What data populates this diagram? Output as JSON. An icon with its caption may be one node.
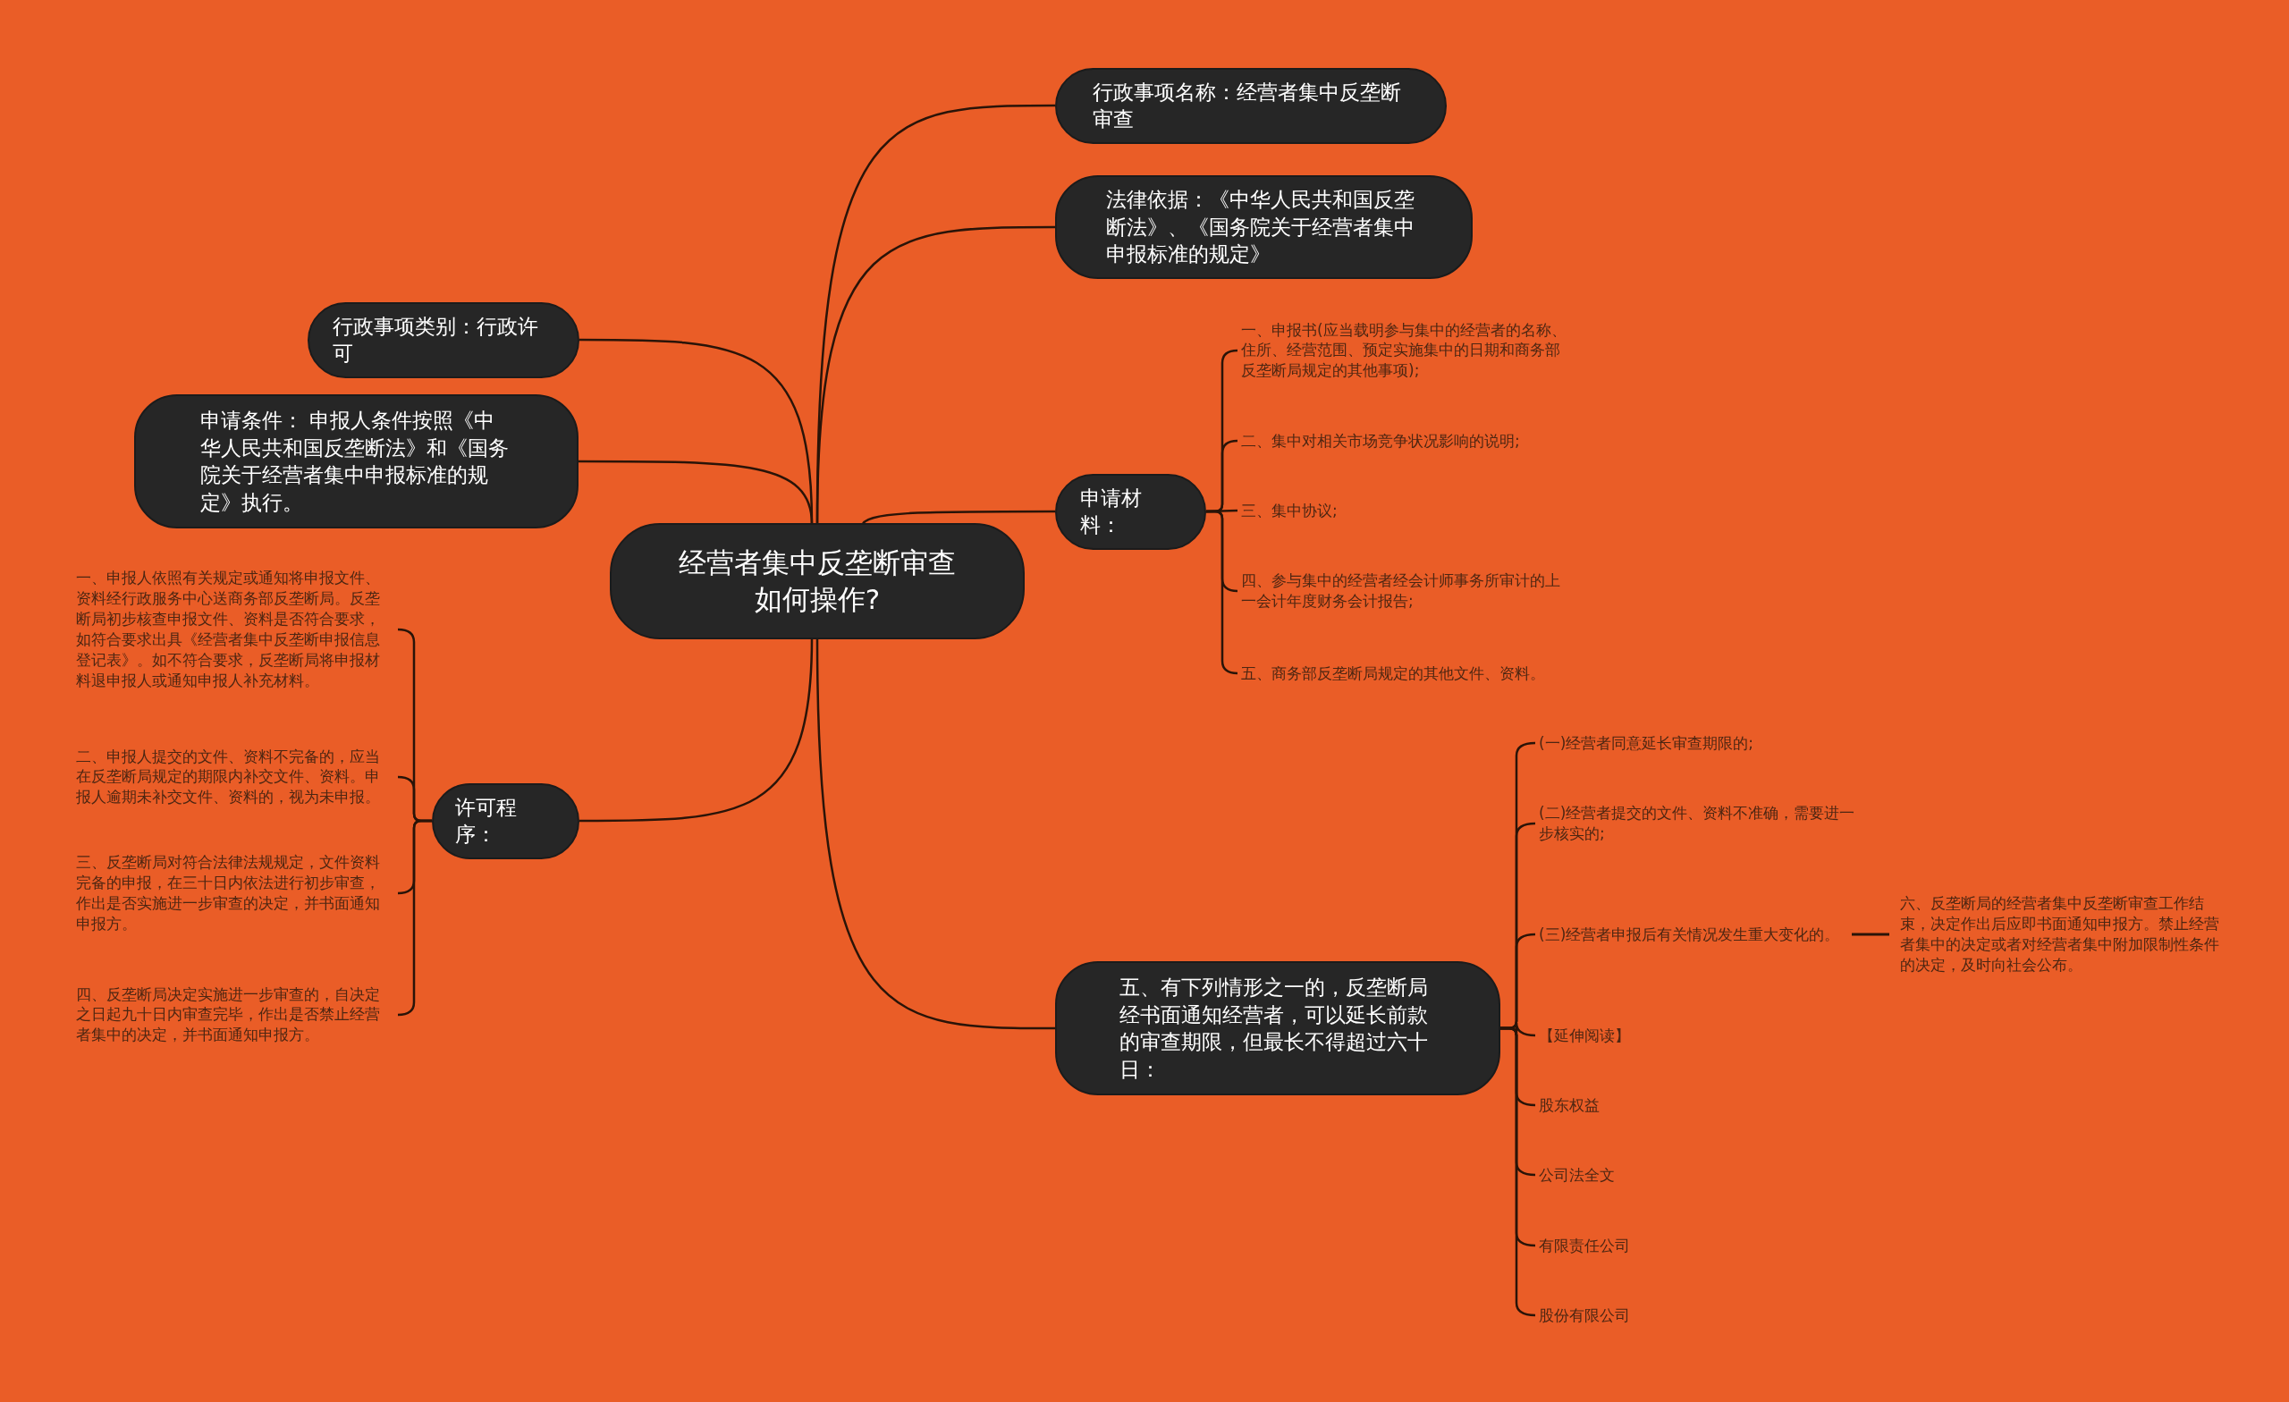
{
  "diagram": {
    "nodes": [
      {
        "text": [
          "经营者集中反垄断审查如何操作?"
        ]
      },
      {
        "text": [
          "行政事项名称：经营者集中反垄断审查"
        ]
      },
      {
        "text": [
          "法律依据：《中华人民共和国反垄断法》、《国务院关于经营者集中申报标准的规定》"
        ]
      },
      {
        "text": [
          "行政事项类别：行政许可"
        ]
      },
      {
        "text": [
          "申请条件： 申报人条件按照《中华人民共和国反垄断法》和《国务院关于经营者集中申报标准的规定》执行。"
        ]
      },
      {
        "text": [
          "申请材料："
        ]
      },
      {
        "text": [
          "一、申报书(应当载明参与集中的经营者的名称、住所、经营范围、预定实施集中的日期和商务部反垄断局规定的其他事项);"
        ]
      },
      {
        "text": [
          "二、集中对相关市场竞争状况影响的说明;"
        ]
      },
      {
        "text": [
          "三、集中协议;"
        ]
      },
      {
        "text": [
          "四、参与集中的经营者经会计师事务所审计的上一会计年度财务会计报告;"
        ]
      },
      {
        "text": [
          "五、商务部反垄断局规定的其他文件、资料。"
        ]
      },
      {
        "text": [
          "许可程序："
        ]
      },
      {
        "text": [
          "一、申报人依照有关规定或通知将申报文件、资料经行政服务中心送商务部反垄断局。反垄断局初步核查申报文件、资料是否符合要求，如符合要求出具《经营者集中反垄断申报信息登记表》。如不符合要求，反垄断局将申报材料退申报人或通知申报人补充材料。"
        ]
      },
      {
        "text": [
          "二、申报人提交的文件、资料不完备的，应当在反垄断局规定的期限内补交文件、资料。申报人逾期未补交文件、资料的，视为未申报。"
        ]
      },
      {
        "text": [
          "三、反垄断局对符合法律法规规定，文件资料完备的申报，在三十日内依法进行初步审查，作出是否实施进一步审查的决定，并书面通知申报方。"
        ]
      },
      {
        "text": [
          "四、反垄断局决定实施进一步审查的，自决定之日起九十日内审查完毕，作出是否禁止经营者集中的决定，并书面通知申报方。"
        ]
      },
      {
        "text": [
          "五、有下列情形之一的，反垄断局经书面通知经营者，可以延长前款的审查期限，但最长不得超过六十日："
        ]
      },
      {
        "text": [
          "(一)经营者同意延长审查期限的;"
        ]
      },
      {
        "text": [
          "(二)经营者提交的文件、资料不准确，需要进一步核实的;"
        ]
      },
      {
        "text": [
          "(三)经营者申报后有关情况发生重大变化的。"
        ]
      },
      {
        "text": [
          "【延伸阅读】"
        ]
      },
      {
        "text": [
          "股东权益"
        ]
      },
      {
        "text": [
          "公司法全文"
        ]
      },
      {
        "text": [
          "有限责任公司"
        ]
      },
      {
        "text": [
          "股份有限公司"
        ]
      },
      {
        "text": [
          "六、反垄断局的经营者集中反垄断审查工作结束，决定作出后应即书面通知申报方。禁止经营者集中的决定或者对经营者集中附加限制性条件的决定，及时向社会公布。"
        ]
      }
    ],
    "edges": [
      {
        "from": 0,
        "to": 1,
        "arrow": "none"
      },
      {
        "from": 0,
        "to": 2,
        "arrow": "none"
      },
      {
        "from": 0,
        "to": 3,
        "arrow": "none"
      },
      {
        "from": 0,
        "to": 4,
        "arrow": "none"
      },
      {
        "from": 0,
        "to": 5,
        "arrow": "none"
      },
      {
        "from": 5,
        "to": 6,
        "arrow": "none"
      },
      {
        "from": 5,
        "to": 7,
        "arrow": "none"
      },
      {
        "from": 5,
        "to": 8,
        "arrow": "none"
      },
      {
        "from": 5,
        "to": 9,
        "arrow": "none"
      },
      {
        "from": 5,
        "to": 10,
        "arrow": "none"
      },
      {
        "from": 0,
        "to": 11,
        "arrow": "none"
      },
      {
        "from": 11,
        "to": 12,
        "arrow": "none"
      },
      {
        "from": 11,
        "to": 13,
        "arrow": "none"
      },
      {
        "from": 11,
        "to": 14,
        "arrow": "none"
      },
      {
        "from": 11,
        "to": 15,
        "arrow": "none"
      },
      {
        "from": 0,
        "to": 16,
        "arrow": "none"
      },
      {
        "from": 16,
        "to": 17,
        "arrow": "none"
      },
      {
        "from": 16,
        "to": 18,
        "arrow": "none"
      },
      {
        "from": 16,
        "to": 19,
        "arrow": "none"
      },
      {
        "from": 16,
        "to": 20,
        "arrow": "none"
      },
      {
        "from": 16,
        "to": 21,
        "arrow": "none"
      },
      {
        "from": 16,
        "to": 22,
        "arrow": "none"
      },
      {
        "from": 16,
        "to": 23,
        "arrow": "none"
      },
      {
        "from": 16,
        "to": 24,
        "arrow": "none"
      },
      {
        "from": 19,
        "to": 25,
        "arrow": "none"
      }
    ]
  }
}
